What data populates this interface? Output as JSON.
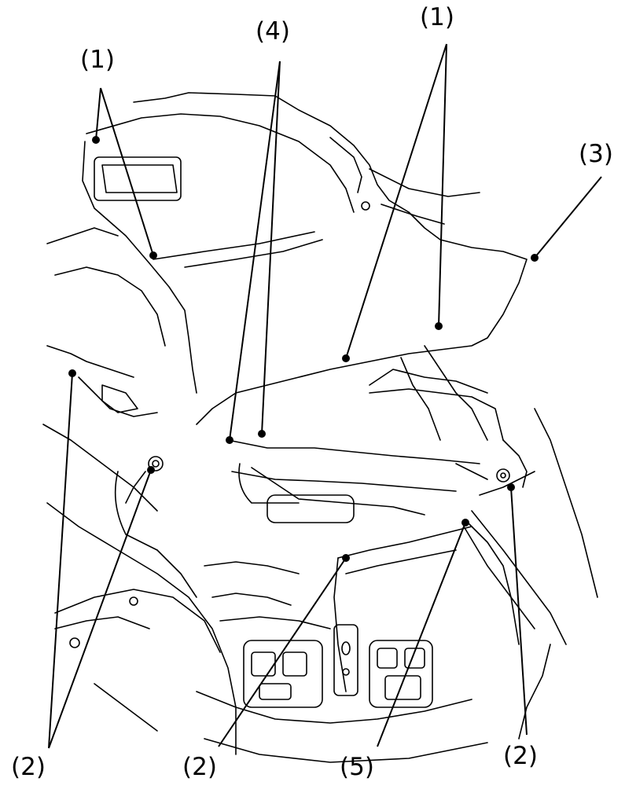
{
  "callouts": [
    {
      "id": "c1a",
      "label": "(1)"
    },
    {
      "id": "c1b",
      "label": "(1)"
    },
    {
      "id": "c3",
      "label": "(3)"
    },
    {
      "id": "c4",
      "label": "(4)"
    },
    {
      "id": "c2a",
      "label": "(2)"
    },
    {
      "id": "c2b",
      "label": "(2)"
    },
    {
      "id": "c5",
      "label": "(5)"
    },
    {
      "id": "c2c",
      "label": "(2)"
    }
  ]
}
